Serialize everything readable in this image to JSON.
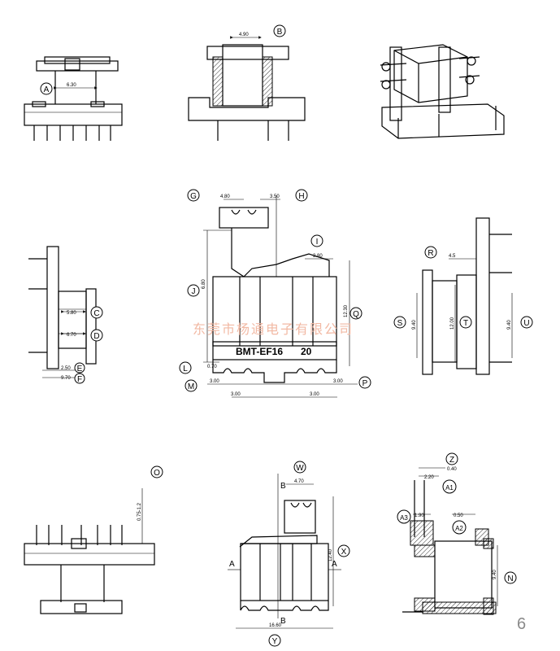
{
  "watermark": "东莞市杨通电子有限公司",
  "page_number": "6",
  "part_marking": "BMT-EF16",
  "part_marking_suffix": "20",
  "callouts": {
    "a": "A",
    "b": "B",
    "c": "C",
    "d": "D",
    "e": "E",
    "f": "F",
    "g": "G",
    "h": "H",
    "i": "I",
    "j": "J",
    "l": "L",
    "m": "M",
    "o": "O",
    "p": "P",
    "q": "Q",
    "r": "R",
    "s": "S",
    "t": "T",
    "u": "U",
    "w": "W",
    "x": "X",
    "y": "Y",
    "z": "Z",
    "n": "N",
    "a1": "A1",
    "a2": "A2",
    "a3": "A3"
  },
  "dims": {
    "a": "6.30",
    "b": "4.90",
    "c": "5.80",
    "d": "6.70",
    "e": "2.50",
    "f": "9.70",
    "g": "4.80",
    "h": "3.50",
    "i": "3.80",
    "j": "6.80",
    "l": "0.70",
    "m": "3.00",
    "p": "3.00",
    "mid_left": "3.00",
    "mid_right": "3.00",
    "q": "12.30",
    "r": "4.5",
    "s": "9.40",
    "t": "12.00",
    "u": "9.40",
    "o": "0.75-1.2",
    "w": "4.70",
    "x": "12.40",
    "y": "16.60",
    "z": "0.40",
    "a1": "2.20",
    "a3": "1.90",
    "a2": "0.50",
    "n": "9.40"
  },
  "section_letters": {
    "b_top": "B",
    "b_bottom": "B",
    "a_left": "A",
    "a_right": "A"
  }
}
